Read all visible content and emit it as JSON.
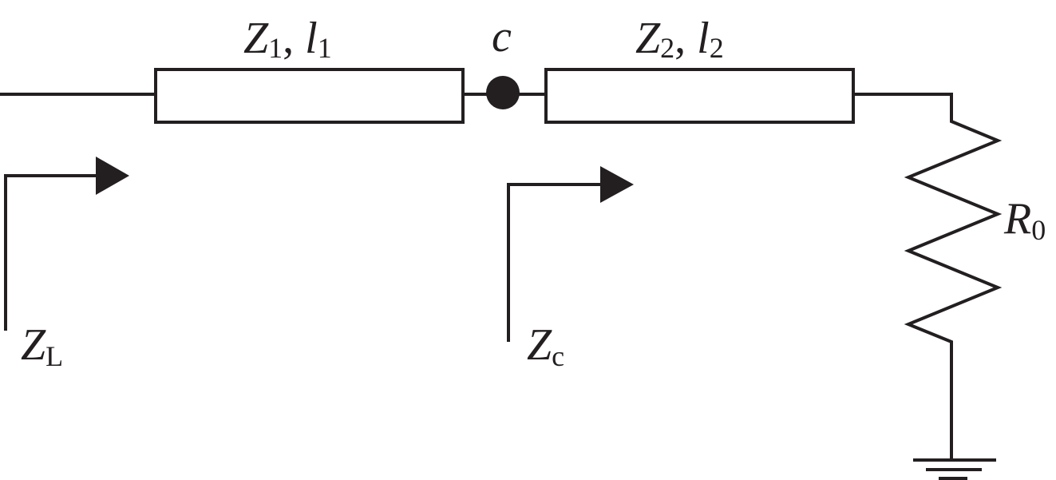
{
  "colors": {
    "stroke": "#231f20",
    "background": "#ffffff"
  },
  "labels": {
    "line1": {
      "main": "Z",
      "sub": "1",
      "sep": ", ",
      "len_main": "l",
      "len_sub": "1"
    },
    "line2": {
      "main": "Z",
      "sub": "2",
      "sep": ", ",
      "len_main": "l",
      "len_sub": "2"
    },
    "node": "c",
    "zl": {
      "main": "Z",
      "sub": "L"
    },
    "zc": {
      "main": "Z",
      "sub": "c"
    },
    "r0": {
      "main": "R",
      "sub": "0"
    }
  }
}
